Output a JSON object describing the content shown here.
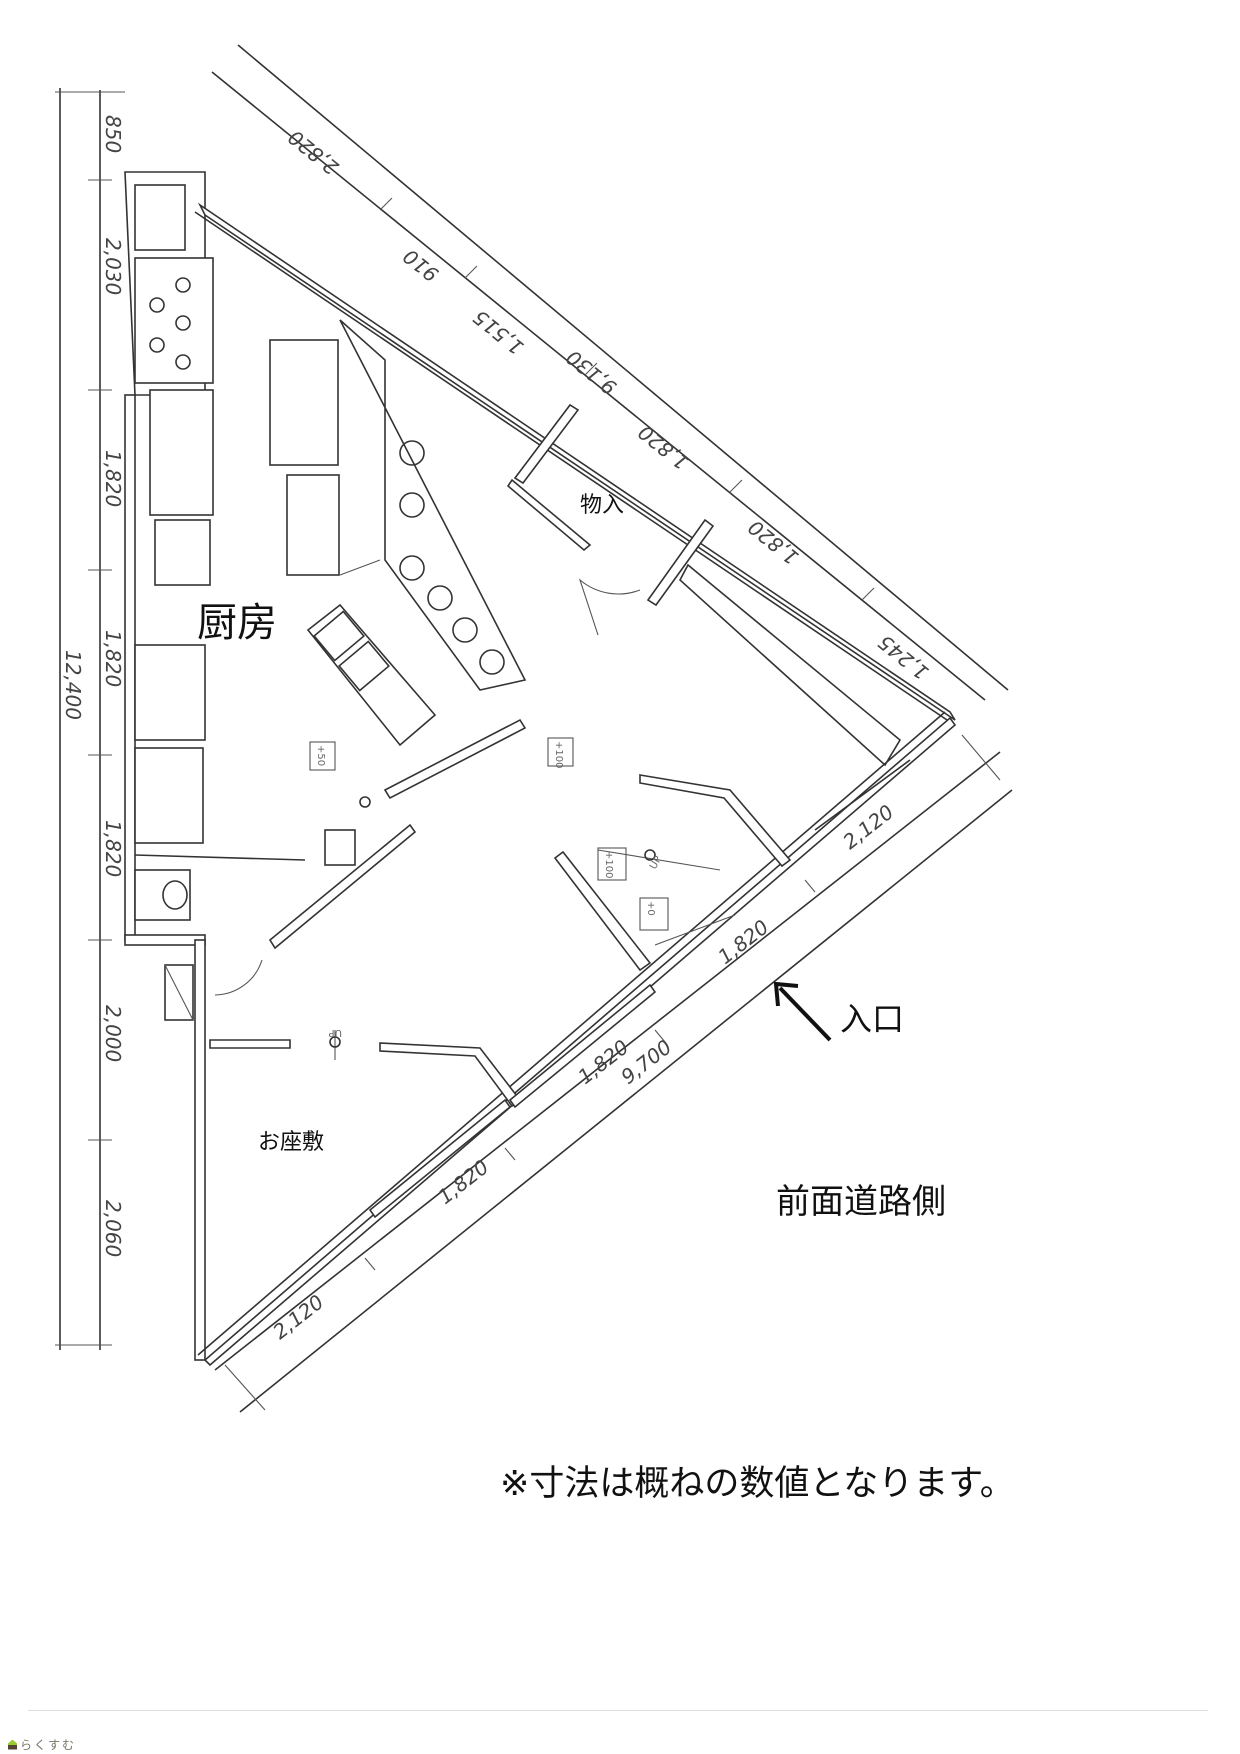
{
  "rooms": {
    "kitchen": "厨房",
    "storage": "物入",
    "tatami": "お座敷"
  },
  "entrance": "入口",
  "road_side": "前面道路側",
  "note": "※寸法は概ねの数値となります。",
  "logo": "らくすむ",
  "dimensions": {
    "left_total": "12,400",
    "left": [
      "850",
      "2,030",
      "1,820",
      "1,820",
      "1,820",
      "2,000",
      "2,060"
    ],
    "top_diagonal": [
      "2,820",
      "910",
      "1,515",
      "9,130",
      "1,820",
      "1,820",
      "1,245"
    ],
    "bottom_diagonal": [
      "2,120",
      "1,820",
      "1,820",
      "9,700",
      "1,820",
      "2,120"
    ]
  },
  "floor_levels": [
    "+50",
    "+100",
    "+100",
    "+0"
  ],
  "step_marks": [
    "UP",
    "UP"
  ]
}
